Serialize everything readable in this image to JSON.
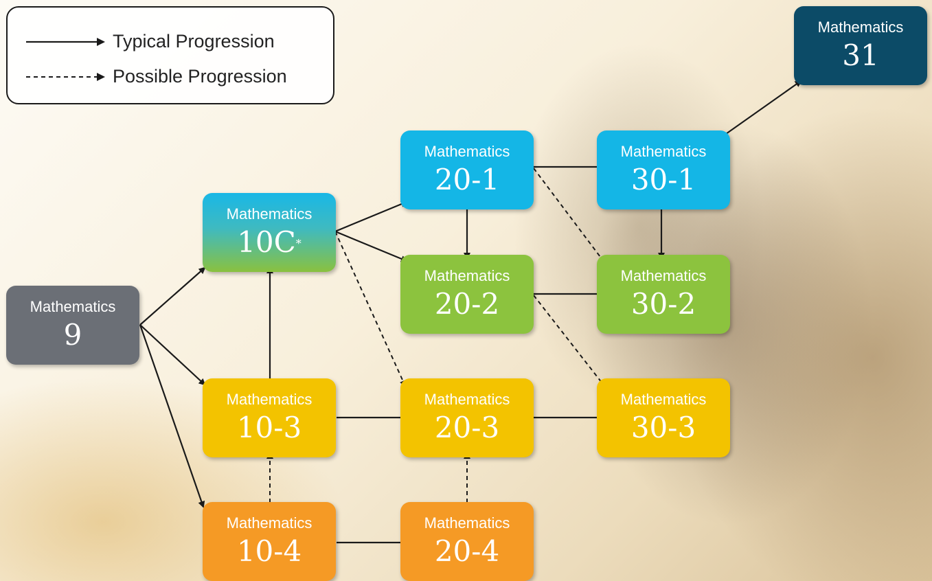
{
  "legend": {
    "typical": "Typical Progression",
    "possible": "Possible Progression"
  },
  "courses": {
    "m9": {
      "label": "Mathematics",
      "number": "9"
    },
    "m10c": {
      "label": "Mathematics",
      "number": "10C",
      "mark": "*"
    },
    "m10_3": {
      "label": "Mathematics",
      "number": "10-3"
    },
    "m10_4": {
      "label": "Mathematics",
      "number": "10-4"
    },
    "m20_1": {
      "label": "Mathematics",
      "number": "20-1"
    },
    "m20_2": {
      "label": "Mathematics",
      "number": "20-2"
    },
    "m20_3": {
      "label": "Mathematics",
      "number": "20-3"
    },
    "m20_4": {
      "label": "Mathematics",
      "number": "20-4"
    },
    "m30_1": {
      "label": "Mathematics",
      "number": "30-1"
    },
    "m30_2": {
      "label": "Mathematics",
      "number": "30-2"
    },
    "m30_3": {
      "label": "Mathematics",
      "number": "30-3"
    },
    "m31": {
      "label": "Mathematics",
      "number": "31"
    }
  },
  "colors": {
    "grade9": "#6b6f76",
    "course_c": "#14b6e6",
    "course_2": "#8cc33e",
    "course_3": "#f3c300",
    "course_4": "#f59a25",
    "course_31": "#0c4b67",
    "arrow": "#1a1a1a"
  }
}
